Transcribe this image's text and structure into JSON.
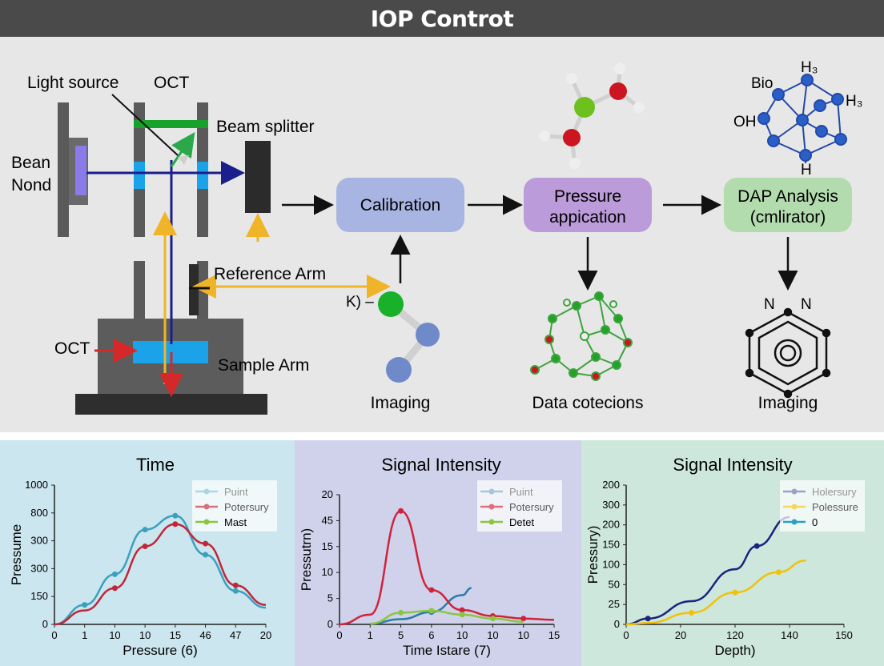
{
  "header": {
    "title": "IOP Controt"
  },
  "diagram": {
    "labels": {
      "light_source": "Light source",
      "oct_top": "OCT",
      "beam_splitter": "Beam splitter",
      "bean": "Bean",
      "nond": "Nond",
      "reference_arm": "Reference Arm",
      "oct_left": "OCT",
      "sample_arm": "Sample Arm",
      "ko": "K) –"
    },
    "steps": {
      "calibration": "Calibration",
      "pressure_line1": "Pressure",
      "pressure_line2": "appication",
      "dap_line1": "DAP Analysis",
      "dap_line2": "(cmlirator)"
    },
    "captions": {
      "imaging_left": "Imaging",
      "data_collection": "Data cotecions",
      "imaging_right": "Imaging"
    },
    "molecule_labels": {
      "bio": "Bio",
      "oh": "OH",
      "h3_top": "H₃",
      "h3_right": "H₃",
      "h_bottom": "H",
      "n_left": "N",
      "n_right": "N"
    },
    "colors": {
      "calibration": "#a8b5e2",
      "pressure": "#bb9bd9",
      "dap": "#b3dcae",
      "dark_blue": "#1a1f8c",
      "yellow": "#f0b429",
      "red": "#d62828",
      "cyan": "#1aa3e8",
      "green_bar": "#17a32b"
    }
  },
  "chart_data": [
    {
      "type": "line",
      "title": "Time",
      "xlabel": "Pressure (6)",
      "ylabel": "Pressume",
      "x_ticks": [
        "0",
        "1",
        "10",
        "10",
        "15",
        "46",
        "47",
        "20"
      ],
      "y_ticks": [
        "0",
        "150",
        "300",
        "300",
        "800",
        "1000"
      ],
      "legend": [
        "Puint",
        "Potersury",
        "Mast"
      ],
      "legend_position": "top-right",
      "series": [
        {
          "name": "Puint",
          "color": "#3aa0be",
          "x": [
            0,
            1,
            2,
            3,
            4,
            5,
            6,
            7
          ],
          "y": [
            0,
            0.7,
            1.8,
            3.4,
            3.9,
            2.5,
            1.2,
            0.6
          ],
          "marker_x": [
            1,
            2,
            3,
            4,
            5,
            6
          ]
        },
        {
          "name": "Potersury",
          "color": "#c0263a",
          "x": [
            0,
            1,
            2,
            3,
            4,
            5,
            6,
            7
          ],
          "y": [
            0,
            0.5,
            1.3,
            2.8,
            3.6,
            2.9,
            1.4,
            0.7
          ],
          "marker_x": [
            2,
            3,
            4,
            5,
            6
          ]
        },
        {
          "name": "Mast",
          "color": "#8cc63f",
          "x": [],
          "y": [],
          "marker_x": []
        }
      ]
    },
    {
      "type": "line",
      "title": "Signal Intensity",
      "xlabel": "Time Istare (7)",
      "ylabel": "Pressutrn)",
      "x_ticks": [
        "0",
        "1",
        "5",
        "6",
        "10",
        "10",
        "10",
        "15"
      ],
      "y_ticks": [
        "0",
        "5",
        "10",
        "15",
        "45",
        "20"
      ],
      "legend": [
        "Puint",
        "Potersury",
        "Detet"
      ],
      "legend_position": "top-right",
      "series": [
        {
          "name": "Puint",
          "color": "#2b7ca8",
          "x": [
            1,
            2,
            3,
            4,
            4.3
          ],
          "y": [
            0.1,
            0.8,
            1.9,
            4.5,
            5.6
          ],
          "marker_x": [
            3
          ]
        },
        {
          "name": "Potersury",
          "color": "#d0223a",
          "x": [
            0,
            1,
            2,
            3,
            4,
            5,
            6,
            7
          ],
          "y": [
            0,
            1.5,
            17.5,
            5.3,
            2.2,
            1.3,
            0.9,
            0.7
          ],
          "marker_x": [
            2,
            3,
            4,
            5,
            6
          ]
        },
        {
          "name": "Detet",
          "color": "#8cc63f",
          "x": [
            1,
            2,
            3,
            4,
            5,
            6
          ],
          "y": [
            0.1,
            1.8,
            2.1,
            1.5,
            0.9,
            0.4
          ],
          "marker_x": [
            2,
            3,
            4,
            5
          ]
        }
      ]
    },
    {
      "type": "line",
      "title": "Signal Intensity",
      "xlabel": "Depth)",
      "ylabel": "Pressury)",
      "x_ticks": [
        "0",
        "20",
        "120",
        "140",
        "150"
      ],
      "y_ticks": [
        "0",
        "25",
        "50",
        "100",
        "150",
        "200",
        "300",
        "200"
      ],
      "legend": [
        "Holersury",
        "Polessure",
        "0"
      ],
      "legend_position": "top-right",
      "series": [
        {
          "name": "Holersury",
          "color": "#1a237e",
          "x": [
            0,
            20,
            60,
            100,
            120,
            150
          ],
          "y": [
            0,
            20,
            80,
            190,
            270,
            370
          ],
          "marker_x": [
            20,
            120
          ]
        },
        {
          "name": "Polessure",
          "color": "#f0c20a",
          "x": [
            0,
            20,
            60,
            100,
            140,
            165
          ],
          "y": [
            0,
            5,
            40,
            110,
            180,
            220
          ],
          "marker_x": [
            60,
            100,
            140
          ]
        },
        {
          "name": "0",
          "color": "#2aa0c8",
          "x": [],
          "y": [],
          "marker_x": []
        }
      ]
    }
  ]
}
